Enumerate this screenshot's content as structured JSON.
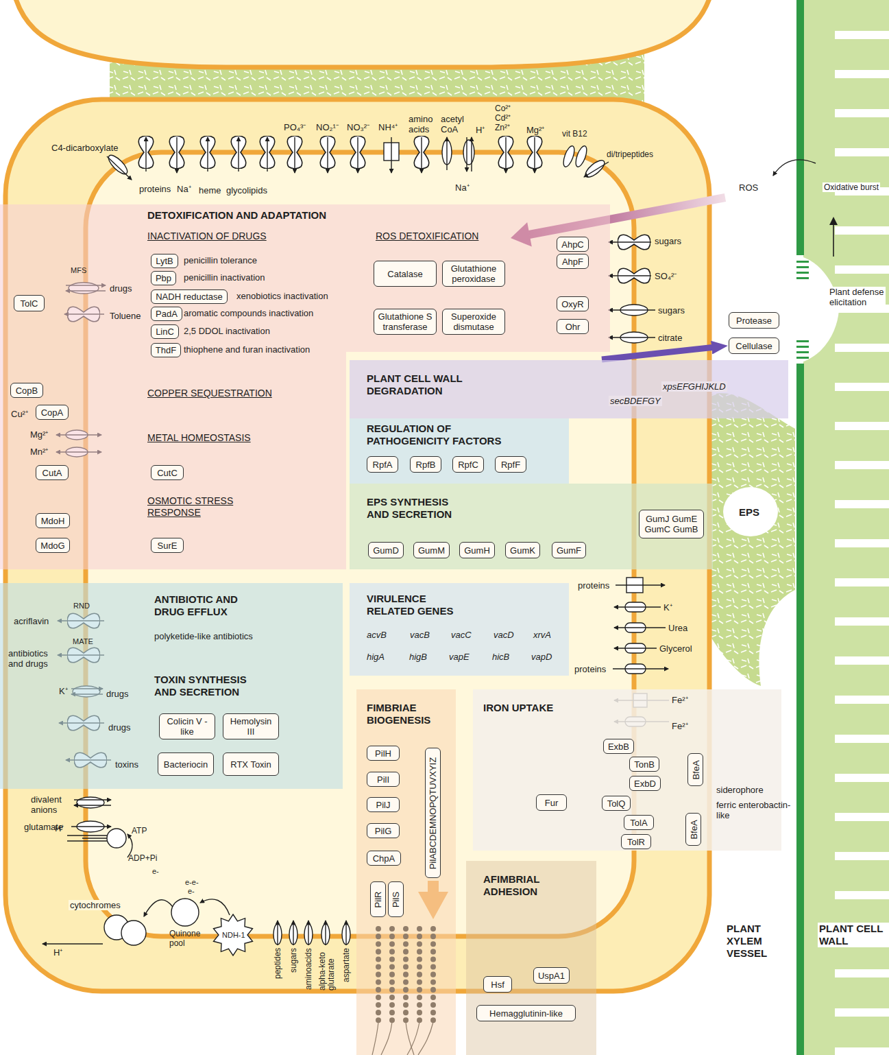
{
  "diagram": {
    "nodes": [
      {
        "text": [
          "DETOXIFICATION AND ADAPTATION"
        ]
      },
      {
        "text": [
          "TolC"
        ],
        "in": 0
      },
      {
        "text": [
          "LytB"
        ],
        "in": 0
      },
      {
        "text": [
          "Pbp"
        ],
        "in": 0
      },
      {
        "text": [
          "NADH reductase"
        ],
        "in": 0
      },
      {
        "text": [
          "PadA"
        ],
        "in": 0
      },
      {
        "text": [
          "LinC"
        ],
        "in": 0
      },
      {
        "text": [
          "ThdF"
        ],
        "in": 0
      },
      {
        "text": [
          "Catalase"
        ],
        "in": 0
      },
      {
        "text": [
          "Glutathione peroxidase"
        ],
        "in": 0
      },
      {
        "text": [
          "Glutathione S transferase"
        ],
        "in": 0
      },
      {
        "text": [
          "Superoxide dismutase"
        ],
        "in": 0
      },
      {
        "text": [
          "AhpC"
        ],
        "in": 0
      },
      {
        "text": [
          "AhpF"
        ],
        "in": 0
      },
      {
        "text": [
          "OxyR"
        ],
        "in": 0
      },
      {
        "text": [
          "Ohr"
        ],
        "in": 0
      },
      {
        "text": [
          "CopB"
        ],
        "in": 0
      },
      {
        "text": [
          "CopA"
        ],
        "in": 0
      },
      {
        "text": [
          "CutA"
        ],
        "in": 0
      },
      {
        "text": [
          "CutC"
        ],
        "in": 0
      },
      {
        "text": [
          "MdoH"
        ],
        "in": 0
      },
      {
        "text": [
          "MdoG"
        ],
        "in": 0
      },
      {
        "text": [
          "SurE"
        ],
        "in": 0
      },
      {
        "text": [
          "Protease"
        ]
      },
      {
        "text": [
          "Cellulase"
        ]
      },
      {
        "text": [
          "PLANT CELL WALL DEGRADATION"
        ]
      },
      {
        "text": [
          "REGULATION OF PATHOGENICITY FACTORS"
        ]
      },
      {
        "text": [
          "RpfA"
        ],
        "in": 26
      },
      {
        "text": [
          "RpfB"
        ],
        "in": 26
      },
      {
        "text": [
          "RpfC"
        ],
        "in": 26
      },
      {
        "text": [
          "RpfF"
        ],
        "in": 26
      },
      {
        "text": [
          "EPS SYNTHESIS AND SECRETION"
        ]
      },
      {
        "text": [
          "GumD"
        ],
        "in": 31
      },
      {
        "text": [
          "GumM"
        ],
        "in": 31
      },
      {
        "text": [
          "GumH"
        ],
        "in": 31
      },
      {
        "text": [
          "GumK"
        ],
        "in": 31
      },
      {
        "text": [
          "GumF"
        ],
        "in": 31
      },
      {
        "text": [
          "GumJ GumE GumC GumB"
        ],
        "in": 31
      },
      {
        "text": [
          "ANTIBIOTIC AND DRUG EFFLUX"
        ]
      },
      {
        "text": [
          "Colicin V -like"
        ],
        "in": 38
      },
      {
        "text": [
          "Hemolysin III"
        ],
        "in": 38
      },
      {
        "text": [
          "Bacteriocin"
        ],
        "in": 38
      },
      {
        "text": [
          "RTX Toxin"
        ],
        "in": 38
      },
      {
        "text": [
          "VIRULENCE RELATED GENES"
        ]
      },
      {
        "text": [
          "FIMBRIAE BIOGENESIS"
        ]
      },
      {
        "text": [
          "PilH"
        ],
        "in": 44
      },
      {
        "text": [
          "PilI"
        ],
        "in": 44
      },
      {
        "text": [
          "PilJ"
        ],
        "in": 44
      },
      {
        "text": [
          "PilG"
        ],
        "in": 44
      },
      {
        "text": [
          "ChpA"
        ],
        "in": 44
      },
      {
        "text": [
          "PilR"
        ],
        "in": 44
      },
      {
        "text": [
          "PilS"
        ],
        "in": 44
      },
      {
        "text": [
          "PilABCDEMNOPQTUVXYIZ"
        ],
        "in": 44
      },
      {
        "text": [
          "IRON UPTAKE"
        ]
      },
      {
        "text": [
          "ExbB"
        ],
        "in": 53
      },
      {
        "text": [
          "TonB"
        ],
        "in": 53
      },
      {
        "text": [
          "ExbD"
        ],
        "in": 53
      },
      {
        "text": [
          "TolQ"
        ],
        "in": 53
      },
      {
        "text": [
          "TolA"
        ],
        "in": 53
      },
      {
        "text": [
          "TolR"
        ],
        "in": 53
      },
      {
        "text": [
          "Fur"
        ],
        "in": 53
      },
      {
        "text": [
          "BfeA"
        ],
        "in": 53
      },
      {
        "text": [
          "BfeA"
        ],
        "in": 53
      },
      {
        "text": [
          "AFIMBRIAL ADHESION"
        ]
      },
      {
        "text": [
          "Hsf"
        ],
        "in": 63
      },
      {
        "text": [
          "UspA1"
        ],
        "in": 63
      },
      {
        "text": [
          "Hemagglutinin-like"
        ],
        "in": 63
      }
    ],
    "edges": [
      {
        "from": 25,
        "to": 24,
        "arrow": "to"
      }
    ],
    "labels": [
      "C4-dicarboxylate",
      "proteins",
      "Na⁺",
      "heme",
      "glycolipids",
      "PO₄³⁻",
      "NO₂¹⁻",
      "NO₃²⁻",
      "NH⁴⁺",
      "amino acids",
      "acetyl CoA",
      "H⁺",
      "Na⁺",
      "Co²⁺",
      "Cd²⁺",
      "Zn²⁺",
      "Mg²⁺",
      "vit B12",
      "di/tripeptides",
      "MFS",
      "drugs",
      "Toluene",
      "INACTIVATION OF DRUGS",
      "penicillin tolerance",
      "penicillin inactivation",
      "xenobiotics inactivation",
      "aromatic compounds inactivation",
      "2,5 DDOL inactivation",
      "thiophene and furan inactivation",
      "ROS DETOXIFICATION",
      "sugars",
      "SO₄²⁻",
      "sugars",
      "citrate",
      "ROS",
      "Oxidative burst",
      "Plant defense elicitation",
      "COPPER SEQUESTRATION",
      "Cu²⁺",
      "Mg²⁺",
      "Mn²⁺",
      "METAL HOMEOSTASIS",
      "OSMOTIC STRESS RESPONSE",
      "xpsEFGHIJKLD",
      "secBDEFGY",
      "EPS",
      "RND",
      "acriflavin",
      "MATE",
      "antibiotics and drugs",
      "polyketide-like antibiotics",
      "TOXIN SYNTHESIS AND SECRETION",
      "K⁺",
      "drugs",
      "drugs",
      "toxins",
      "acvB",
      "vacB",
      "vacC",
      "vacD",
      "xrvA",
      "higA",
      "higB",
      "vapE",
      "hicB",
      "vapD",
      "proteins",
      "K⁺",
      "Urea",
      "Glycerol",
      "proteins",
      "Fe²⁺",
      "Fe²⁺",
      "siderophore",
      "ferric enterobactin-like",
      "divalent anions",
      "glutamate",
      "H⁺",
      "ATP",
      "ADP+Pi",
      "e-",
      "e-e-",
      "e-",
      "cytochromes",
      "Quinone pool",
      "NDH-1",
      "H⁺",
      "peptides",
      "sugars",
      "aminoacids",
      "alpha-keto glutarate",
      "aspartate",
      "PLANT XYLEM VESSEL",
      "PLANT CELL WALL"
    ]
  }
}
